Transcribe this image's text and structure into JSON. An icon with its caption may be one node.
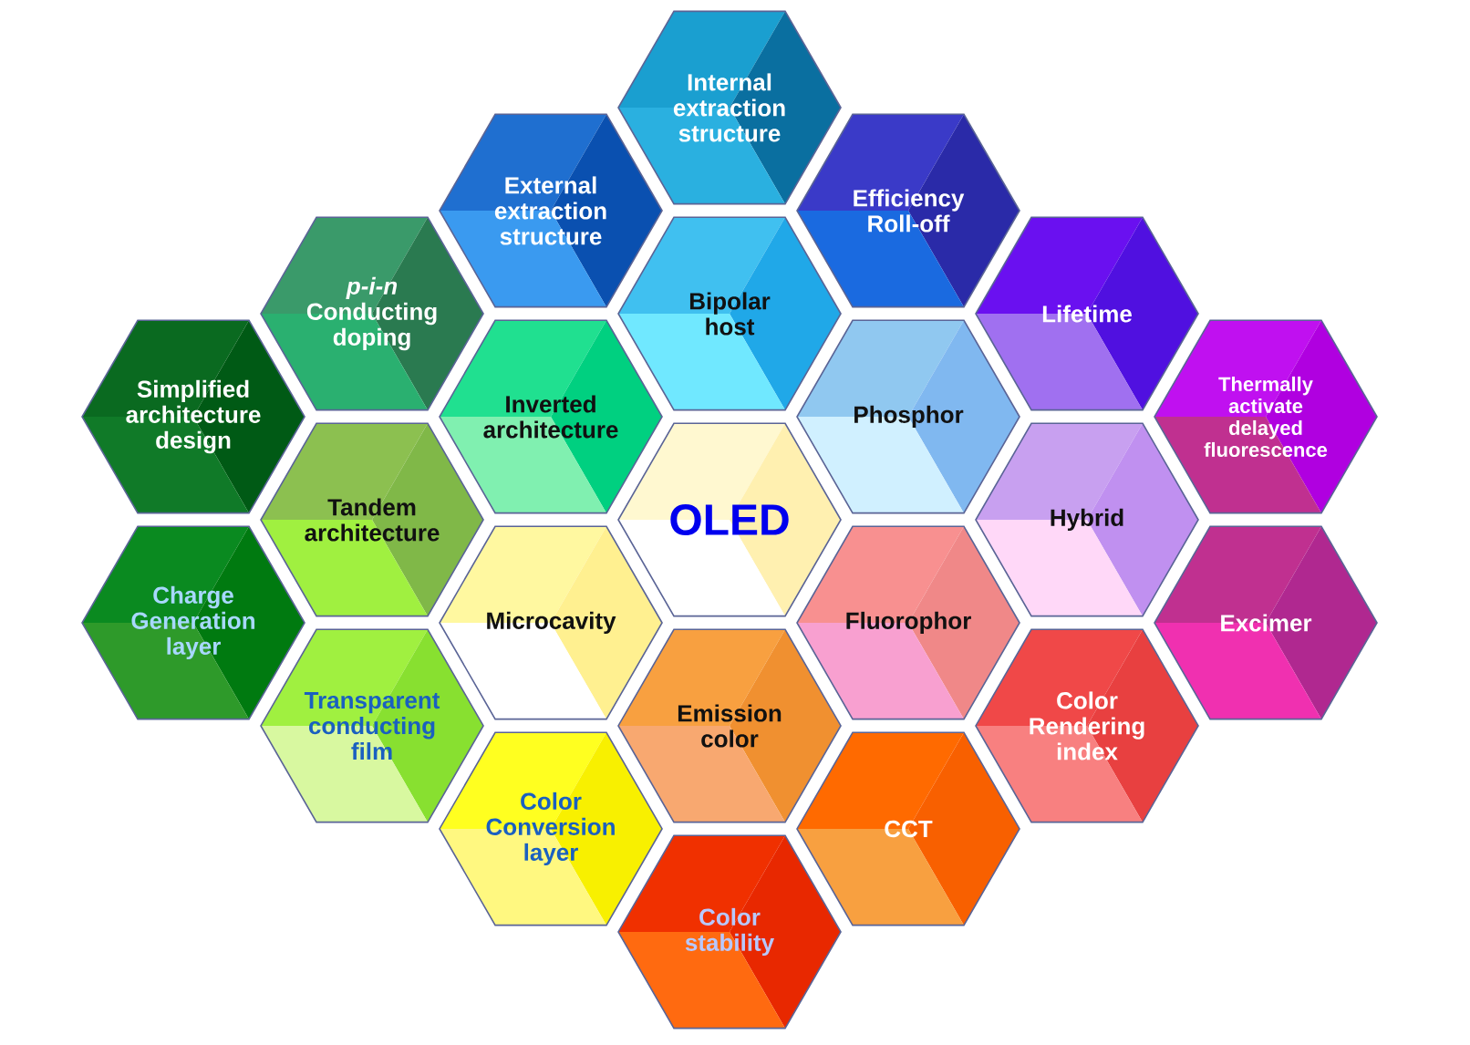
{
  "diagram": {
    "nodes": [
      {
        "text": [
          "Internal extraction structure"
        ]
      },
      {
        "text": [
          "External extraction structure"
        ]
      },
      {
        "text": [
          "Efficiency Roll-off"
        ]
      },
      {
        "text": [
          "*p-i-n* Conducting doping"
        ]
      },
      {
        "text": [
          "Bipolar host"
        ]
      },
      {
        "text": [
          "Lifetime"
        ]
      },
      {
        "text": [
          "Simplified architecture design"
        ]
      },
      {
        "text": [
          "Inverted architecture"
        ]
      },
      {
        "text": [
          "Phosphor"
        ]
      },
      {
        "text": [
          "Thermally activate delayed fluorescence"
        ]
      },
      {
        "text": [
          "Tandem architecture"
        ]
      },
      {
        "text": [
          "OLED"
        ]
      },
      {
        "text": [
          "Hybrid"
        ]
      },
      {
        "text": [
          "Charge Generation layer"
        ]
      },
      {
        "text": [
          "Microcavity"
        ]
      },
      {
        "text": [
          "Fluorophor"
        ]
      },
      {
        "text": [
          "Excimer"
        ]
      },
      {
        "text": [
          "Transparent conducting film"
        ]
      },
      {
        "text": [
          "Emission color"
        ]
      },
      {
        "text": [
          "Color Rendering index"
        ]
      },
      {
        "text": [
          "Color Conversion layer"
        ]
      },
      {
        "text": [
          "CCT"
        ]
      },
      {
        "text": [
          "Color stability"
        ]
      }
    ]
  }
}
